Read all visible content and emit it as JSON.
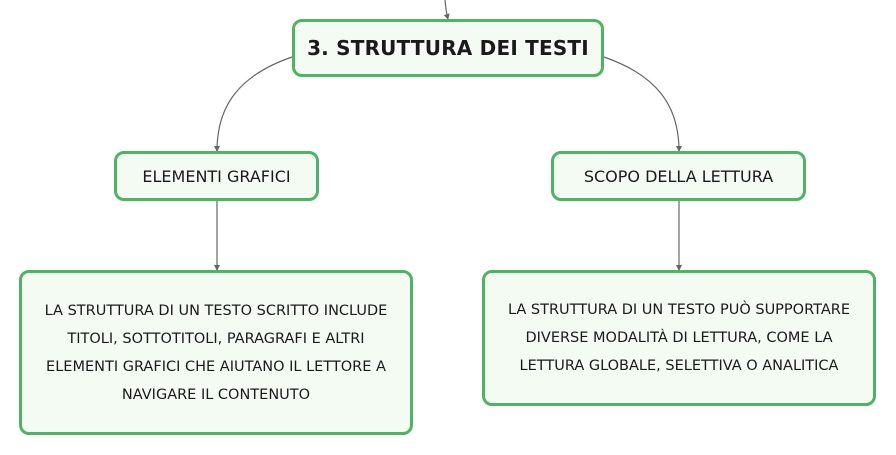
{
  "colors": {
    "node_border": "#4cb463",
    "node_fill": "#f3fbf3",
    "connector": "#666666"
  },
  "root": {
    "label": "3. STRUTTURA DEI TESTI"
  },
  "left": {
    "label": "ELEMENTI GRAFICI",
    "detail": "LA STRUTTURA DI UN TESTO SCRITTO INCLUDE TITOLI, SOTTOTITOLI, PARAGRAFI E ALTRI ELEMENTI GRAFICI CHE AIUTANO IL LETTORE A NAVIGARE IL CONTENUTO"
  },
  "right": {
    "label": "SCOPO DELLA LETTURA",
    "detail": "LA STRUTTURA DI UN TESTO PUÒ SUPPORTARE DIVERSE MODALITÀ DI LETTURA, COME LA LETTURA GLOBALE, SELETTIVA O ANALITICA"
  }
}
